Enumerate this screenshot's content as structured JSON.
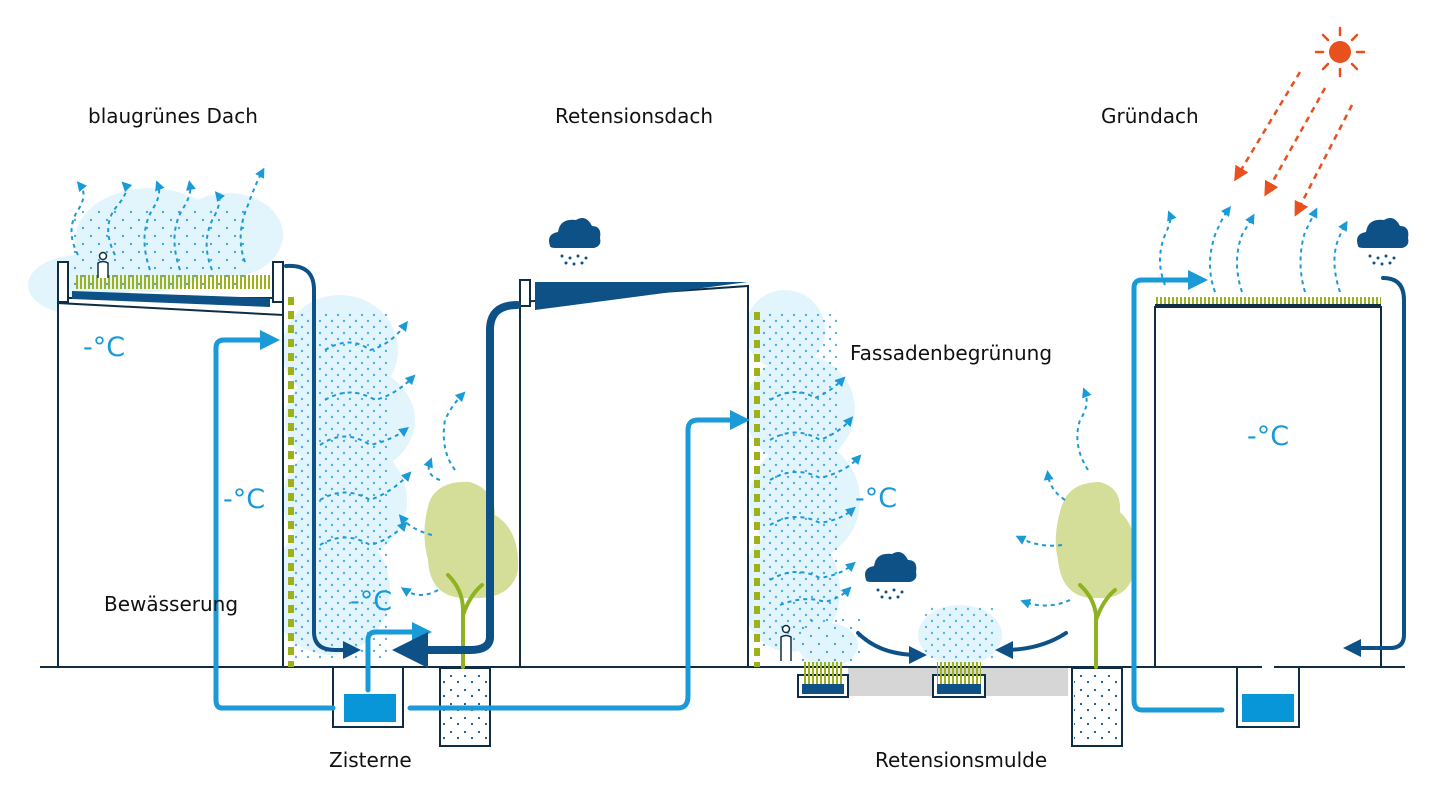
{
  "labels": {
    "blue_green_roof": "blaugrünes Dach",
    "retention_roof": "Retensionsdach",
    "green_roof": "Gründach",
    "facade_greening": "Fassadenbegrünung",
    "irrigation": "Bewässerung",
    "cistern": "Zisterne",
    "retention_swale": "Retensionsmulde"
  },
  "temperature_labels": [
    "-°C",
    "-°C",
    "-°C",
    "-°C",
    "-°C"
  ],
  "colors": {
    "light_blue": "#1a9ad6",
    "dark_blue": "#0d5187",
    "sun": "#e8501e",
    "tree": "#d5de98",
    "green_vegetation": "#9db21a",
    "haze": "#e3f5fc",
    "ground_gray": "#d6d6d6"
  },
  "icons": [
    "rain-cloud-icon",
    "sun-icon",
    "person-icon",
    "tree-icon",
    "evaporation-arrow-icon",
    "water-flow-arrow-icon"
  ]
}
